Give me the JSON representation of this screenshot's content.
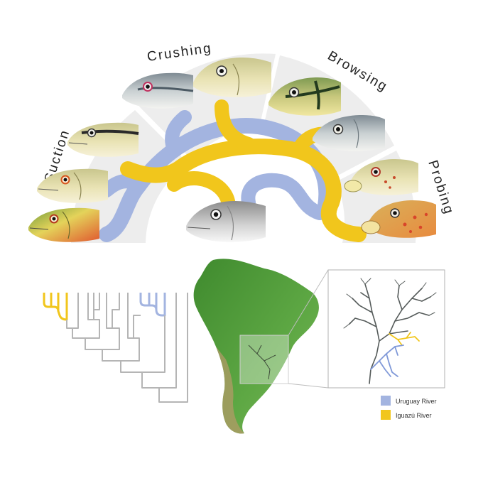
{
  "categories": {
    "suction": "Suction",
    "crushing": "Crushing",
    "browsing": "Browsing",
    "probing": "Probing"
  },
  "legend": {
    "uruguay": {
      "label": "Uruguay River",
      "color": "#a3b4e0"
    },
    "iguazu": {
      "label": "Iguazú River",
      "color": "#f1c61c"
    }
  },
  "colors": {
    "wedge": "#ededed",
    "uruguay_path": "#a3b4e0",
    "iguazu_path": "#f1c61c",
    "tree": "#b5b5b5",
    "land": "#4f9a3a"
  },
  "icons": [
    "fish-head-icon",
    "phylogeny-tree-icon",
    "south-america-map-icon",
    "river-network-icon"
  ]
}
